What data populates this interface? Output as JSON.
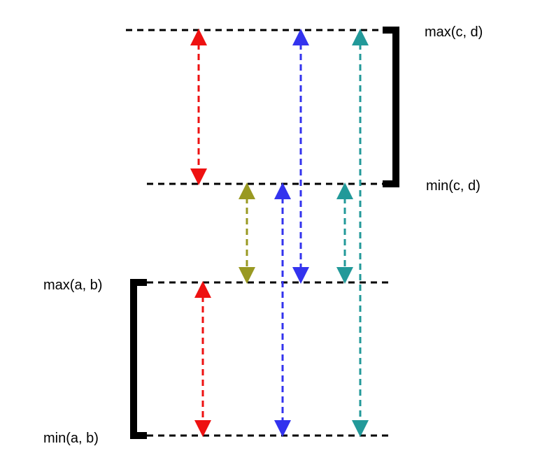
{
  "labels": {
    "max_cd": "max(c, d)",
    "min_cd": "min(c, d)",
    "max_ab": "max(a, b)",
    "min_ab": "min(a, b)"
  },
  "colors": {
    "line": "#000000",
    "red": "#ee1111",
    "blue": "#3333ee",
    "teal": "#229999",
    "olive": "#999922"
  }
}
